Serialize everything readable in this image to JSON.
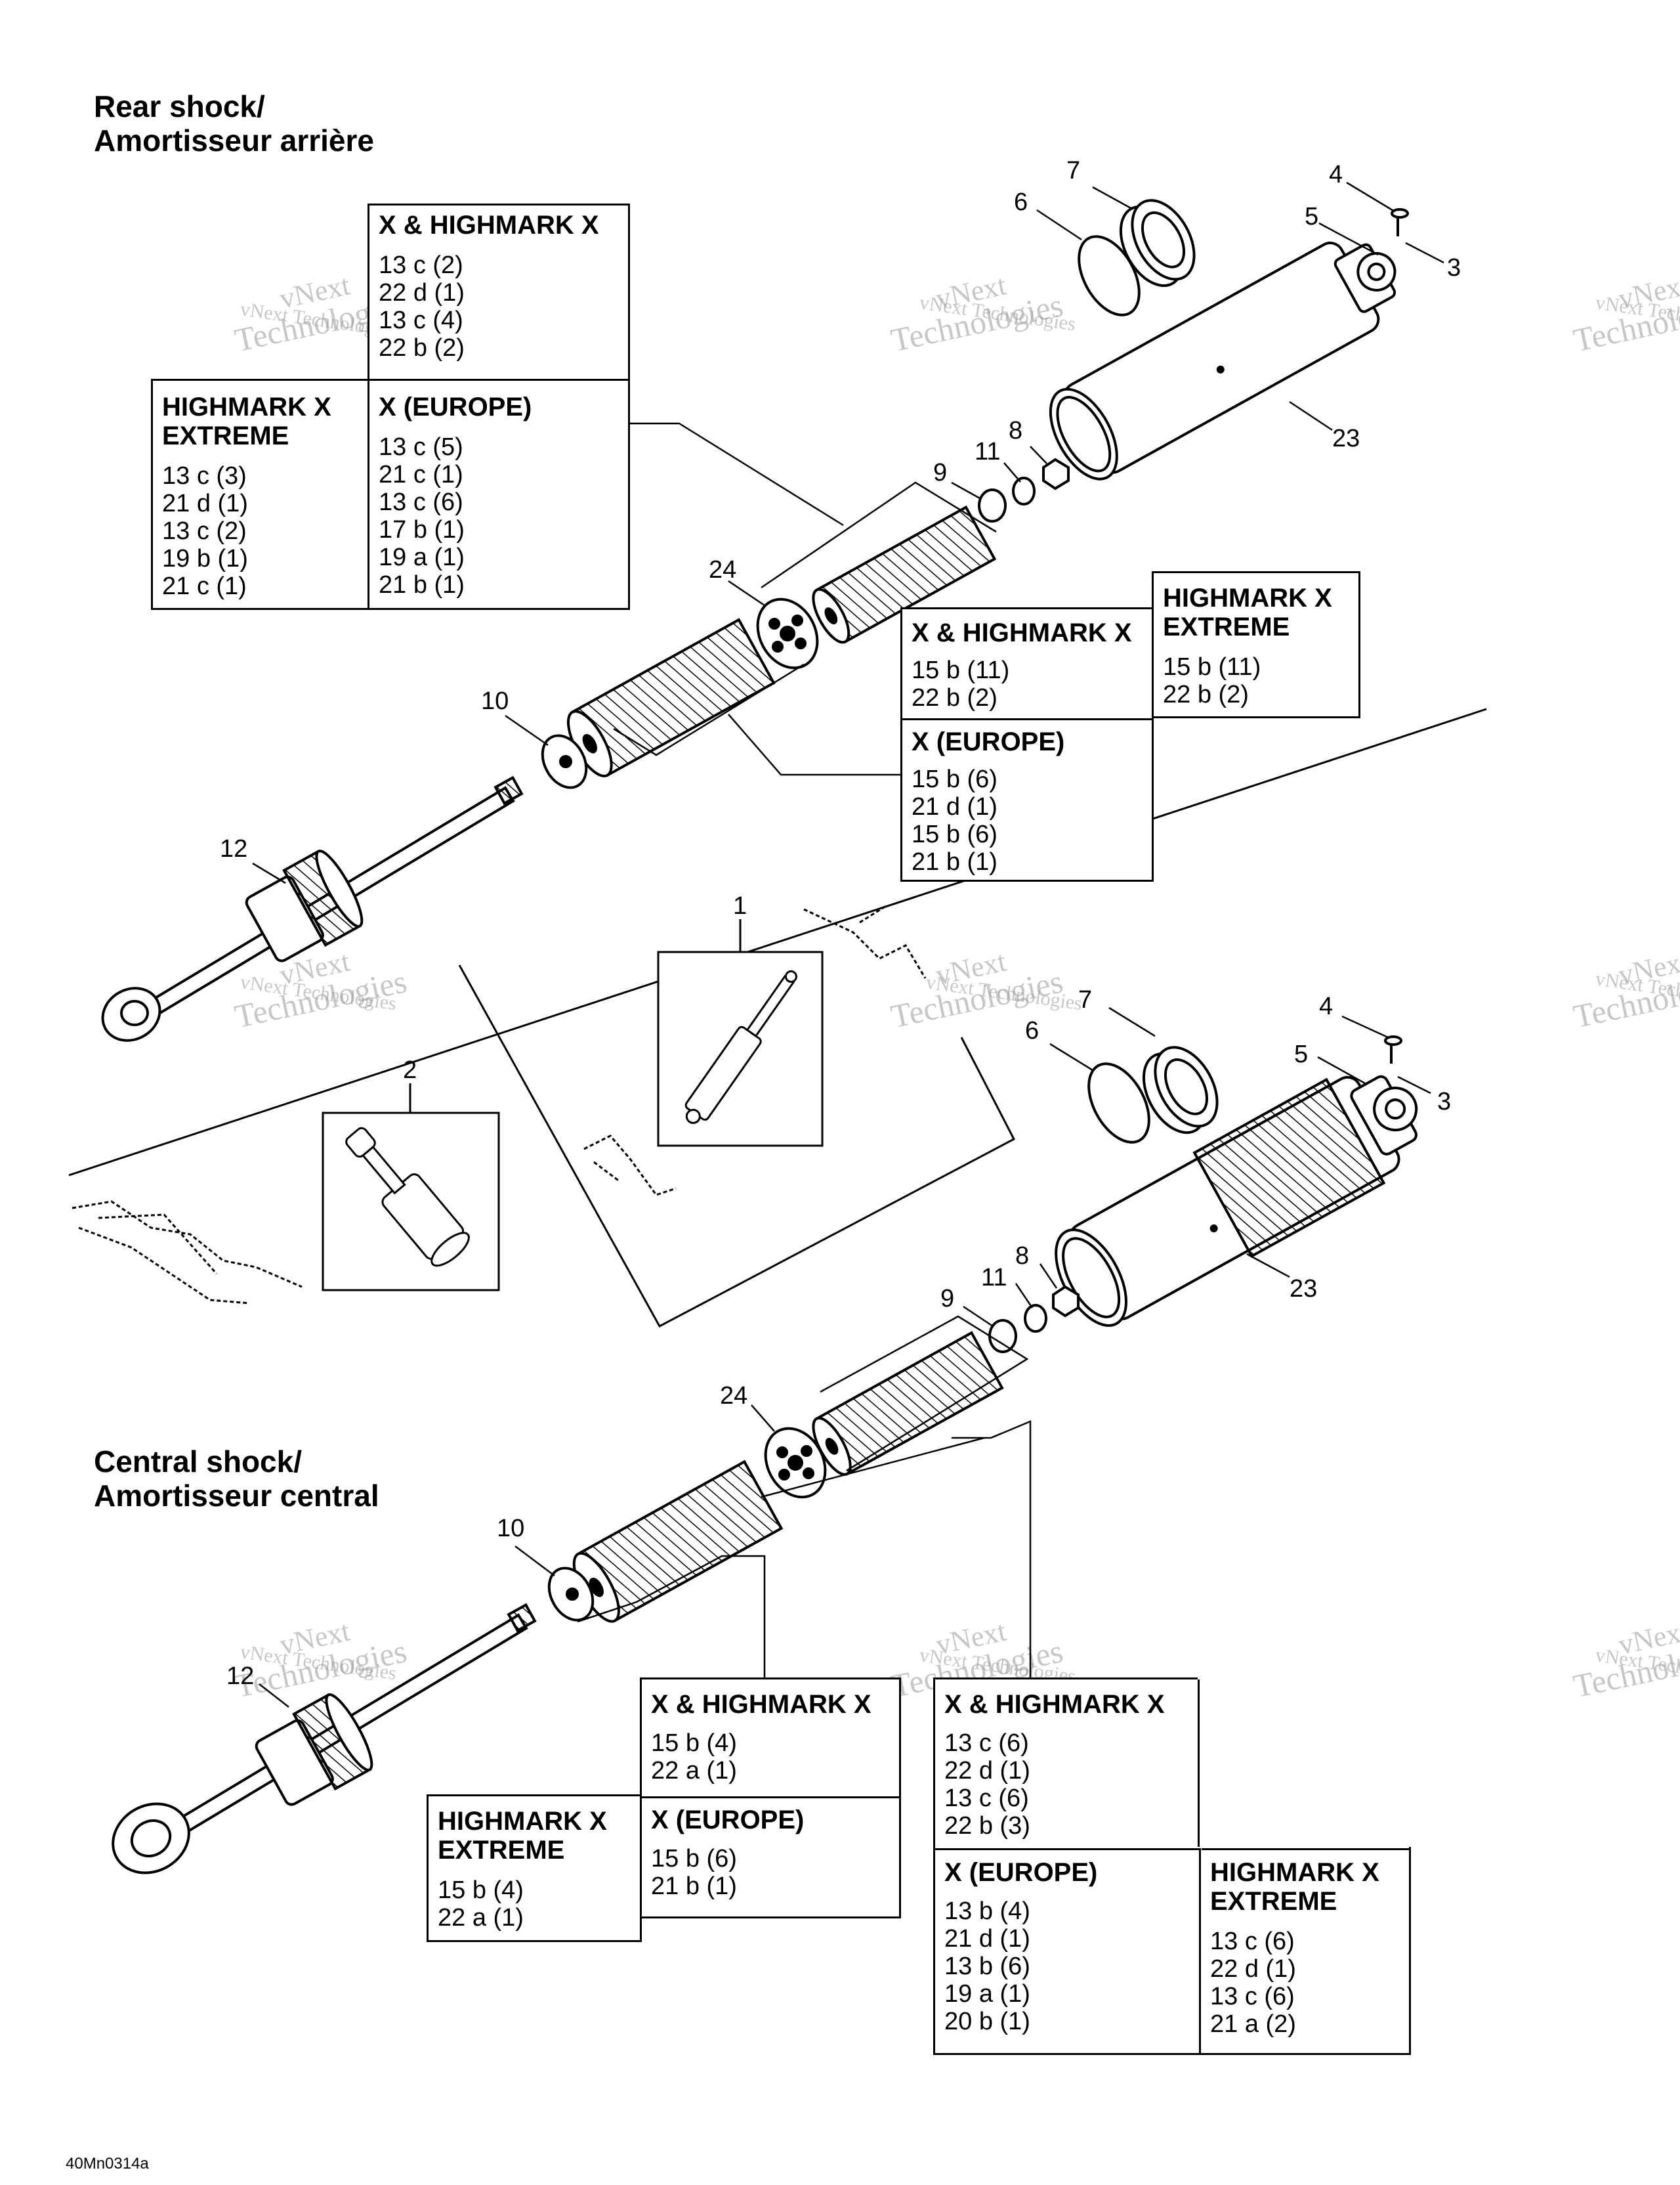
{
  "headings": {
    "rear_line1": "Rear shock/",
    "rear_line2": "Amortisseur arrière",
    "central_line1": "Central shock/",
    "central_line2": "Amortisseur central"
  },
  "watermark": {
    "line1": "vNext",
    "line2": "Technologies",
    "line3": "vNext Technologies"
  },
  "rear_callouts": [
    "7",
    "6",
    "4",
    "5",
    "3",
    "23",
    "8",
    "11",
    "9",
    "24",
    "10",
    "12"
  ],
  "center_callouts": [
    "1",
    "2"
  ],
  "central_callouts": [
    "4",
    "7",
    "6",
    "5",
    "3",
    "23",
    "8",
    "11",
    "9",
    "24",
    "10",
    "12"
  ],
  "tables": {
    "rear_top": {
      "x_highmark": {
        "title": "X & HIGHMARK X",
        "lines": [
          "13 c (2)",
          "22 d (1)",
          "13 c (4)",
          "22 b (2)"
        ]
      },
      "highmark_extreme": {
        "title_line1": "HIGHMARK X",
        "title_line2": "EXTREME",
        "lines": [
          "13 c (3)",
          "21 d (1)",
          "13 c (2)",
          "19 b (1)",
          "21 c (1)"
        ]
      },
      "x_europe": {
        "title": "X (EUROPE)",
        "lines": [
          "13 c (5)",
          "21 c (1)",
          "13 c (6)",
          "17 b (1)",
          "19 a (1)",
          "21 b (1)"
        ]
      }
    },
    "rear_right": {
      "x_highmark": {
        "title": "X & HIGHMARK X",
        "lines": [
          "15 b (11)",
          "22 b (2)"
        ]
      },
      "highmark_extreme": {
        "title_line1": "HIGHMARK X",
        "title_line2": "EXTREME",
        "lines": [
          "15 b (11)",
          "22 b (2)"
        ]
      },
      "x_europe": {
        "title": "X (EUROPE)",
        "lines": [
          "15 b (6)",
          "21 d (1)",
          "15 b (6)",
          "21 b (1)"
        ]
      }
    },
    "central_left": {
      "x_highmark": {
        "title": "X & HIGHMARK X",
        "lines": [
          "15 b (4)",
          "22 a (1)"
        ]
      },
      "highmark_extreme": {
        "title_line1": "HIGHMARK X",
        "title_line2": "EXTREME",
        "lines": [
          "15 b (4)",
          "22 a (1)"
        ]
      },
      "x_europe": {
        "title": "X (EUROPE)",
        "lines": [
          "15 b (6)",
          "21 b (1)"
        ]
      }
    },
    "central_right": {
      "x_highmark": {
        "title": "X & HIGHMARK X",
        "lines": [
          "13 c (6)",
          "22 d (1)",
          "13 c (6)",
          "22 b (3)"
        ]
      },
      "x_europe": {
        "title": "X (EUROPE)",
        "lines": [
          "13 b (4)",
          "21 d (1)",
          "13 b (6)",
          "19 a (1)",
          "20 b (1)"
        ]
      },
      "highmark_extreme": {
        "title_line1": "HIGHMARK X",
        "title_line2": "EXTREME",
        "lines": [
          "13 c (6)",
          "22 d (1)",
          "13 c (6)",
          "21 a (2)"
        ]
      }
    }
  },
  "figure_code": "40Mn0314a"
}
